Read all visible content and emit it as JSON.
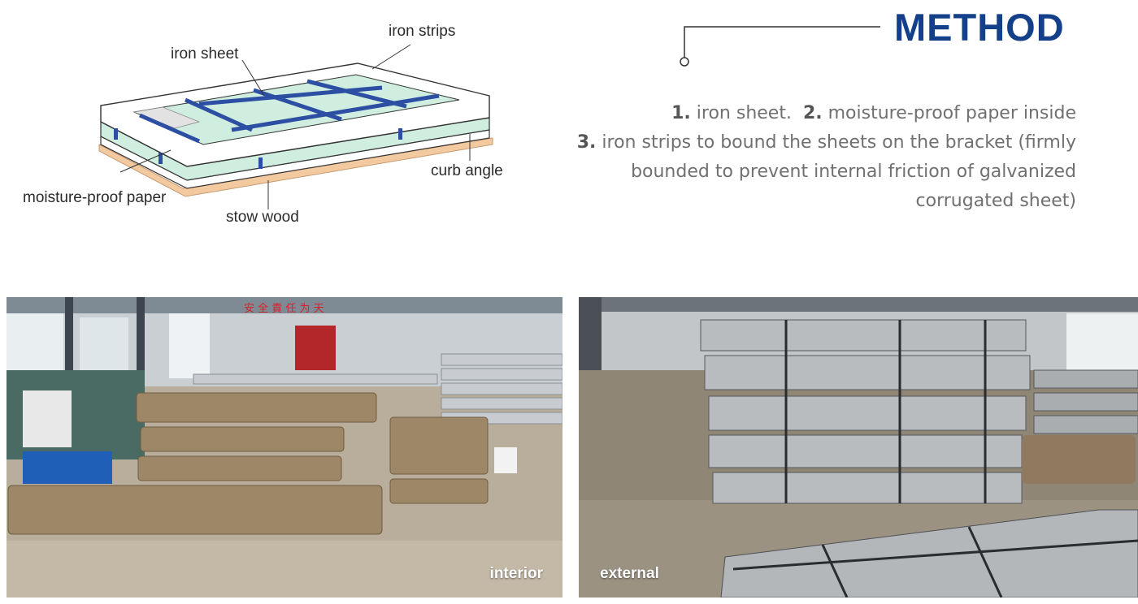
{
  "diagram": {
    "labels": {
      "iron_sheet": "iron sheet",
      "iron_strips": "iron strips",
      "curb_angle": "curb angle",
      "moisture_proof_paper": "moisture-proof paper",
      "stow_wood": "stow wood"
    }
  },
  "method": {
    "title": "METHOD",
    "items": [
      {
        "num": "1.",
        "text": "iron sheet."
      },
      {
        "num": "2.",
        "text": "moisture-proof paper inside"
      },
      {
        "num": "3.",
        "text": "iron strips to bound the sheets on the bracket (firmly"
      },
      {
        "num": "",
        "text": "bounded to prevent internal friction of galvanized"
      },
      {
        "num": "",
        "text": "corrugated sheet)"
      }
    ]
  },
  "photos": {
    "interior_label": "interior",
    "external_label": "external",
    "banner_chars": "安 全 責 任 为 天"
  },
  "colors": {
    "title_blue": "#14408a",
    "sheet_green": "#cfeee0",
    "strip_blue": "#2d4fa3",
    "wood_orange": "#f3c9a0"
  }
}
